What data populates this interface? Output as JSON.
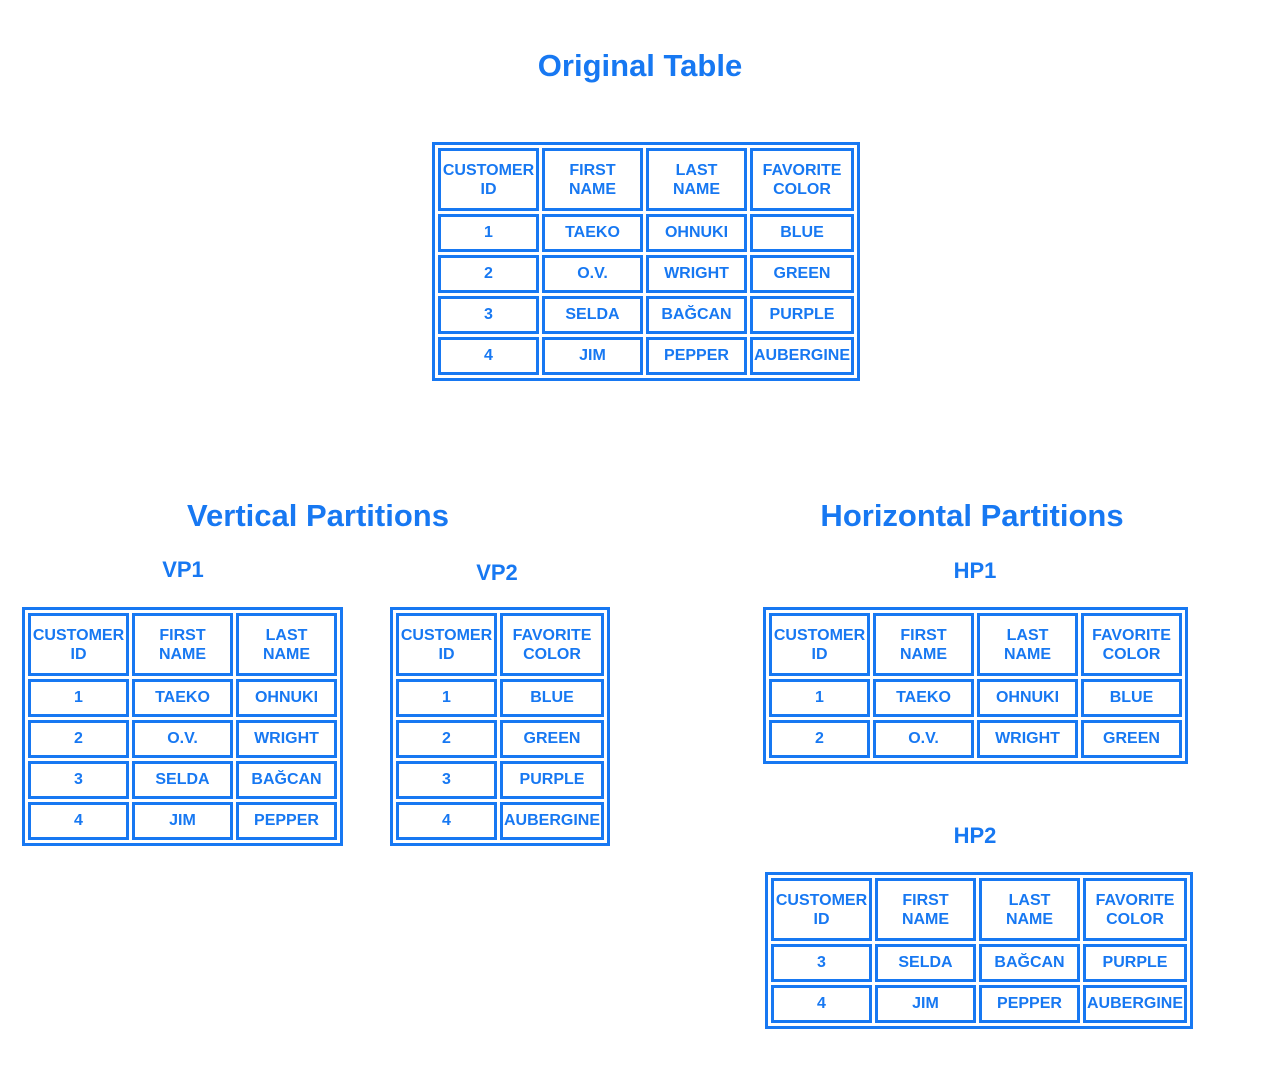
{
  "colors": {
    "accent": "#1778F2",
    "background": "#FFFFFF"
  },
  "original": {
    "title": "Original Table",
    "headers": [
      "CUSTOMER ID",
      "FIRST NAME",
      "LAST NAME",
      "FAVORITE COLOR"
    ],
    "rows": [
      [
        "1",
        "TAEKO",
        "OHNUKI",
        "BLUE"
      ],
      [
        "2",
        "O.V.",
        "WRIGHT",
        "GREEN"
      ],
      [
        "3",
        "SELDA",
        "BAĞCAN",
        "PURPLE"
      ],
      [
        "4",
        "JIM",
        "PEPPER",
        "AUBERGINE"
      ]
    ]
  },
  "vertical": {
    "title": "Vertical Partitions",
    "vp1": {
      "label": "VP1",
      "headers": [
        "CUSTOMER ID",
        "FIRST NAME",
        "LAST NAME"
      ],
      "rows": [
        [
          "1",
          "TAEKO",
          "OHNUKI"
        ],
        [
          "2",
          "O.V.",
          "WRIGHT"
        ],
        [
          "3",
          "SELDA",
          "BAĞCAN"
        ],
        [
          "4",
          "JIM",
          "PEPPER"
        ]
      ]
    },
    "vp2": {
      "label": "VP2",
      "headers": [
        "CUSTOMER ID",
        "FAVORITE COLOR"
      ],
      "rows": [
        [
          "1",
          "BLUE"
        ],
        [
          "2",
          "GREEN"
        ],
        [
          "3",
          "PURPLE"
        ],
        [
          "4",
          "AUBERGINE"
        ]
      ]
    }
  },
  "horizontal": {
    "title": "Horizontal Partitions",
    "hp1": {
      "label": "HP1",
      "headers": [
        "CUSTOMER ID",
        "FIRST NAME",
        "LAST NAME",
        "FAVORITE COLOR"
      ],
      "rows": [
        [
          "1",
          "TAEKO",
          "OHNUKI",
          "BLUE"
        ],
        [
          "2",
          "O.V.",
          "WRIGHT",
          "GREEN"
        ]
      ]
    },
    "hp2": {
      "label": "HP2",
      "headers": [
        "CUSTOMER ID",
        "FIRST NAME",
        "LAST NAME",
        "FAVORITE COLOR"
      ],
      "rows": [
        [
          "3",
          "SELDA",
          "BAĞCAN",
          "PURPLE"
        ],
        [
          "4",
          "JIM",
          "PEPPER",
          "AUBERGINE"
        ]
      ]
    }
  }
}
